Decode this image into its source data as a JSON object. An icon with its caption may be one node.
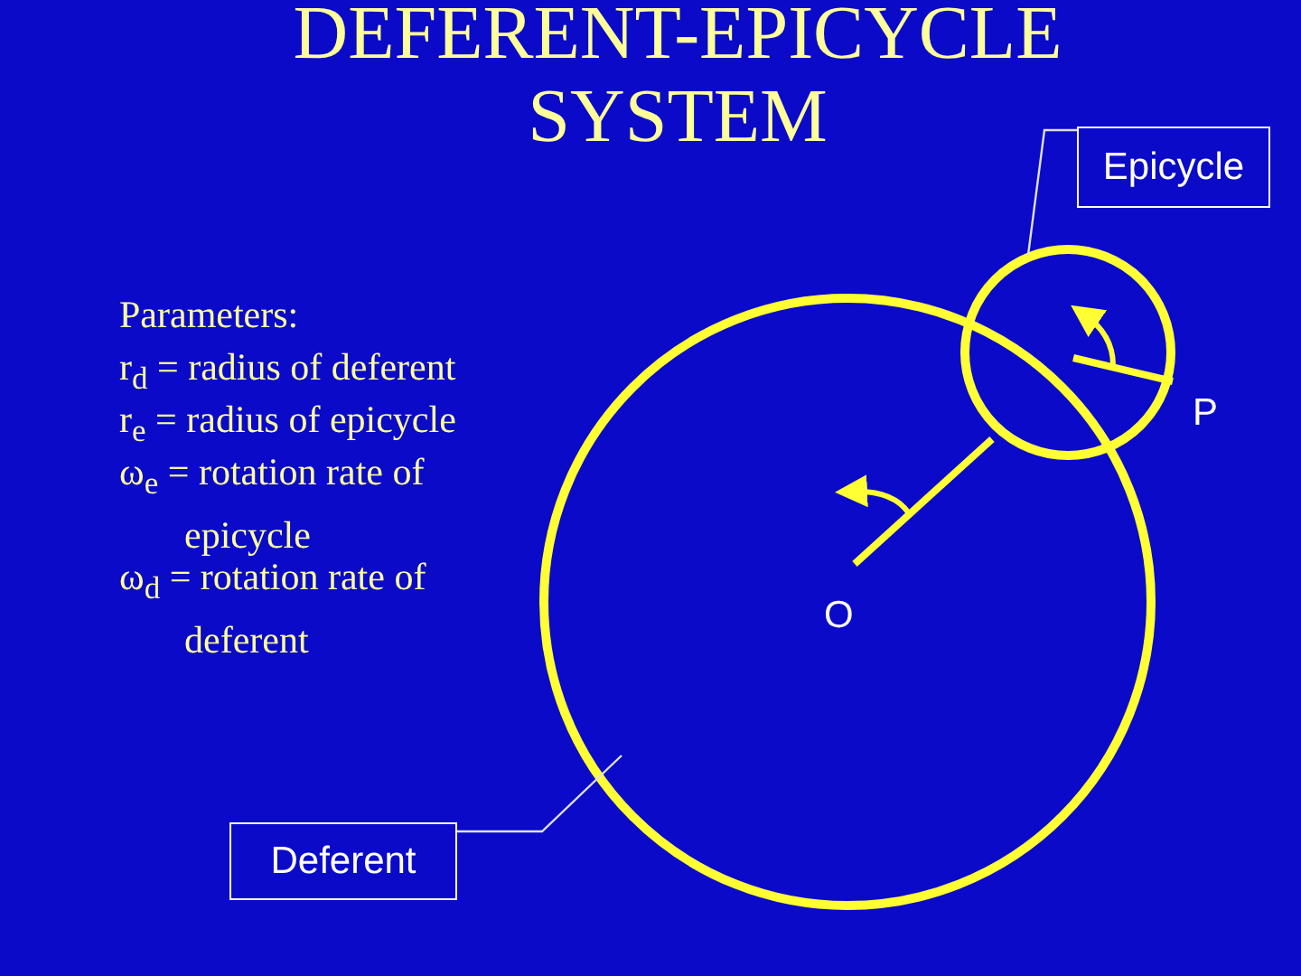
{
  "diagram": {
    "title": "DEFERENT-EPICYCLE SYSTEM",
    "nodes": [
      {
        "text": [
          "Epicycle"
        ]
      },
      {
        "text": [],
        "shape": "circle"
      },
      {
        "text": [],
        "shape": "circle"
      },
      {
        "text": [
          "Deferent"
        ]
      }
    ],
    "edges": [
      {
        "from": 0,
        "to": 2,
        "arrow": "none"
      },
      {
        "from": 3,
        "to": 1,
        "arrow": "none"
      }
    ],
    "labels": [
      "Parameters:",
      "r$_{d}$ = radius of deferent",
      "r$_{e}$ = radius of epicycle",
      "ω$_{e}$ = rotation rate of epicycle",
      "ω$_{d}$ = rotation rate of deferent",
      "P",
      "O"
    ]
  }
}
